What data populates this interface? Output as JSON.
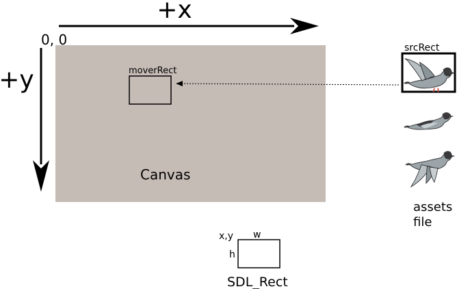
{
  "axes": {
    "x_label": "+x",
    "y_label": "+y",
    "origin_label": "0, 0"
  },
  "canvas": {
    "label": "Canvas",
    "fill_color": "#c6bcb6"
  },
  "mover_rect": {
    "label": "moverRect"
  },
  "src_rect": {
    "label": "srcRect"
  },
  "assets": {
    "label_line1": "assets",
    "label_line2": "file",
    "sprite_icon": "pigeon-icon",
    "frame_count": 3
  },
  "sdl_rect": {
    "title": "SDL_Rect",
    "xy_label": "x,y",
    "w_label": "w",
    "h_label": "h"
  },
  "colors": {
    "stroke": "#000000",
    "pigeon_body": "#9aa4a9",
    "pigeon_dark": "#3a3a3c",
    "pigeon_wing": "#b8c0c4",
    "pigeon_feet": "#c8504a"
  }
}
